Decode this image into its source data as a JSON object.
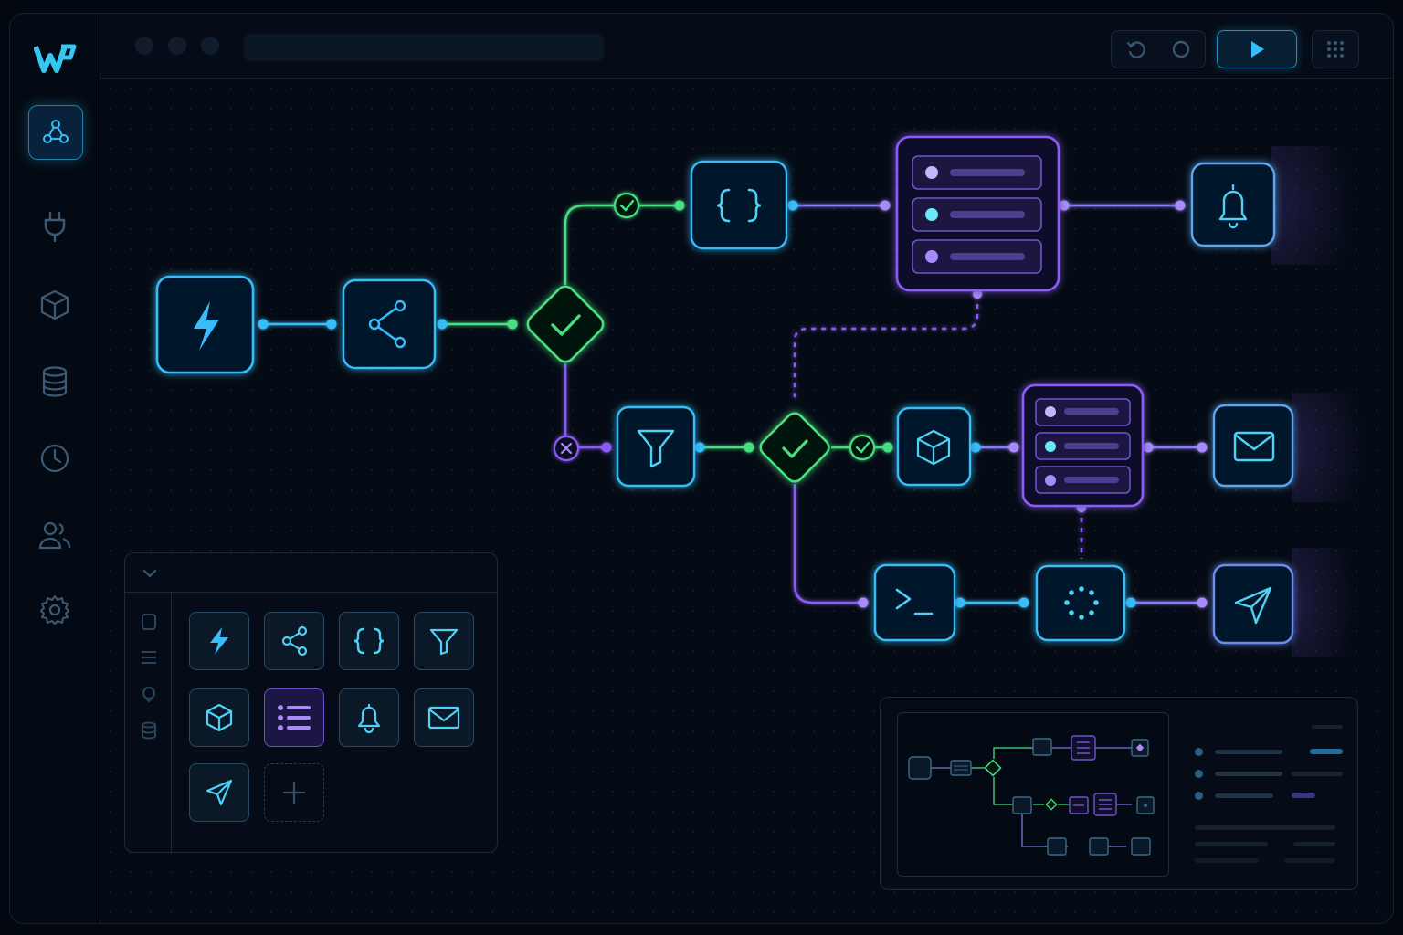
{
  "app": {
    "logo_icon": "wordmark-w-logo",
    "accent": "#22d3ee",
    "success": "#4ade80",
    "purple": "#8b5cf6"
  },
  "sidebar": {
    "items": [
      {
        "id": "workflows",
        "icon": "workflow-graph-icon",
        "active": true
      },
      {
        "id": "integrations",
        "icon": "plug-icon",
        "active": false
      },
      {
        "id": "modules",
        "icon": "cube-icon",
        "active": false
      },
      {
        "id": "data",
        "icon": "database-icon",
        "active": false
      },
      {
        "id": "history",
        "icon": "clock-icon",
        "active": false
      },
      {
        "id": "team",
        "icon": "users-icon",
        "active": false
      },
      {
        "id": "settings",
        "icon": "gear-icon",
        "active": false
      }
    ]
  },
  "toolbar": {
    "history_icons": [
      "undo-icon",
      "record-icon"
    ],
    "run_icon": "play-icon",
    "menu_icon": "grid-menu-icon"
  },
  "workflow": {
    "nodes": [
      {
        "id": "trigger",
        "icon": "lightning-icon"
      },
      {
        "id": "split",
        "icon": "share-branch-icon"
      },
      {
        "id": "condition-1",
        "icon": "check-icon"
      },
      {
        "id": "transform",
        "icon": "code-braces-icon"
      },
      {
        "id": "list-1",
        "icon": "list-icon"
      },
      {
        "id": "notify",
        "icon": "bell-icon"
      },
      {
        "id": "filter",
        "icon": "filter-icon"
      },
      {
        "id": "condition-2",
        "icon": "check-icon"
      },
      {
        "id": "module",
        "icon": "cube-icon"
      },
      {
        "id": "list-2",
        "icon": "list-icon"
      },
      {
        "id": "email",
        "icon": "mail-icon"
      },
      {
        "id": "terminal",
        "icon": "terminal-icon"
      },
      {
        "id": "loading",
        "icon": "spinner-icon"
      },
      {
        "id": "send",
        "icon": "send-icon"
      }
    ]
  },
  "palette": {
    "collapse_icon": "chevron-down-icon",
    "rail_icons": [
      "square-icon",
      "menu-lines-icon",
      "chat-icon",
      "database-icon"
    ],
    "tiles": [
      "lightning-icon",
      "share-branch-icon",
      "code-braces-icon",
      "filter-icon",
      "cube-icon",
      "list-icon",
      "bell-icon",
      "mail-icon",
      "send-icon",
      "plus-icon"
    ]
  }
}
